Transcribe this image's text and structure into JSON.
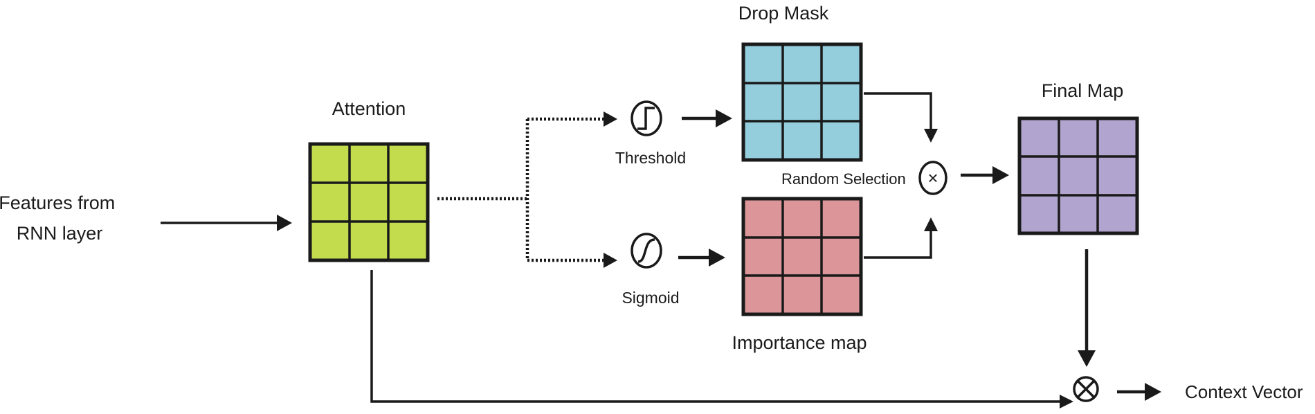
{
  "labels": {
    "features": [
      "Features from",
      "RNN layer"
    ],
    "attention": "Attention",
    "threshold": "Threshold",
    "sigmoid": "Sigmoid",
    "drop_mask": "Drop Mask",
    "importance_map": "Importance map",
    "random_selection": "Random Selection",
    "final_map": "Final Map",
    "context_vector": "Context Vector"
  },
  "colors": {
    "attention": "#c3dc4e",
    "drop_mask": "#94cedd",
    "importance_map": "#dc9598",
    "final_map": "#b1a4cf",
    "stroke": "#1a1a1a"
  },
  "operators": {
    "random_selection": "×",
    "context_combine": "⊗"
  },
  "icons": {
    "threshold": "step-function-icon",
    "sigmoid": "sigmoid-curve-icon"
  }
}
